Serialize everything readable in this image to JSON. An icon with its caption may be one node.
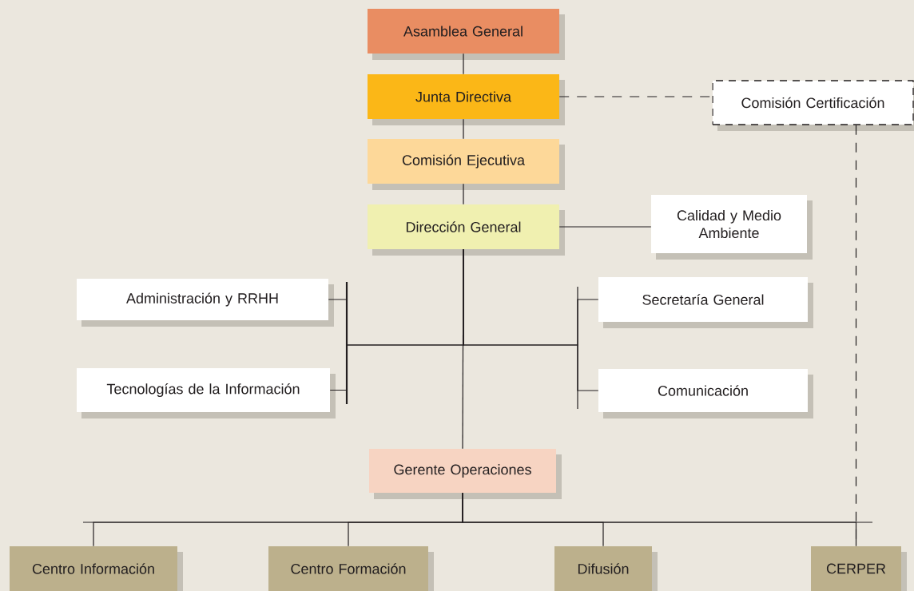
{
  "diagram": {
    "nodes": [
      {
        "text": [
          "Asamblea General"
        ]
      },
      {
        "text": [
          "Junta Directiva"
        ]
      },
      {
        "text": [
          "Comisión Ejecutiva"
        ]
      },
      {
        "text": [
          "Dirección General"
        ]
      },
      {
        "text": [
          "Comisión Certificación"
        ]
      },
      {
        "text": [
          "Calidad y Medio Ambiente"
        ]
      },
      {
        "text": [
          "Administración y RRHH"
        ]
      },
      {
        "text": [
          "Tecnologías de la Información"
        ]
      },
      {
        "text": [
          "Secretaría General"
        ]
      },
      {
        "text": [
          "Comunicación"
        ]
      },
      {
        "text": [
          "Gerente Operaciones"
        ]
      },
      {
        "text": [
          "Centro Información"
        ]
      },
      {
        "text": [
          "Centro Formación"
        ]
      },
      {
        "text": [
          "Difusión"
        ]
      },
      {
        "text": [
          "CERPER"
        ]
      }
    ],
    "edges": [
      {
        "from": 0,
        "to": 1,
        "arrow": "none"
      },
      {
        "from": 1,
        "to": 2,
        "arrow": "none"
      },
      {
        "from": 2,
        "to": 3,
        "arrow": "none"
      },
      {
        "from": 1,
        "to": 4,
        "arrow": "none",
        "style": "dashed"
      },
      {
        "from": 3,
        "to": 5,
        "arrow": "none"
      },
      {
        "from": 3,
        "to": 6,
        "arrow": "none"
      },
      {
        "from": 3,
        "to": 7,
        "arrow": "none"
      },
      {
        "from": 3,
        "to": 8,
        "arrow": "none"
      },
      {
        "from": 3,
        "to": 9,
        "arrow": "none"
      },
      {
        "from": 3,
        "to": 10,
        "arrow": "none"
      },
      {
        "from": 10,
        "to": 11,
        "arrow": "none"
      },
      {
        "from": 10,
        "to": 12,
        "arrow": "none"
      },
      {
        "from": 10,
        "to": 13,
        "arrow": "none"
      },
      {
        "from": 10,
        "to": 14,
        "arrow": "none"
      },
      {
        "from": 4,
        "to": 14,
        "arrow": "none",
        "style": "dashed"
      }
    ]
  }
}
